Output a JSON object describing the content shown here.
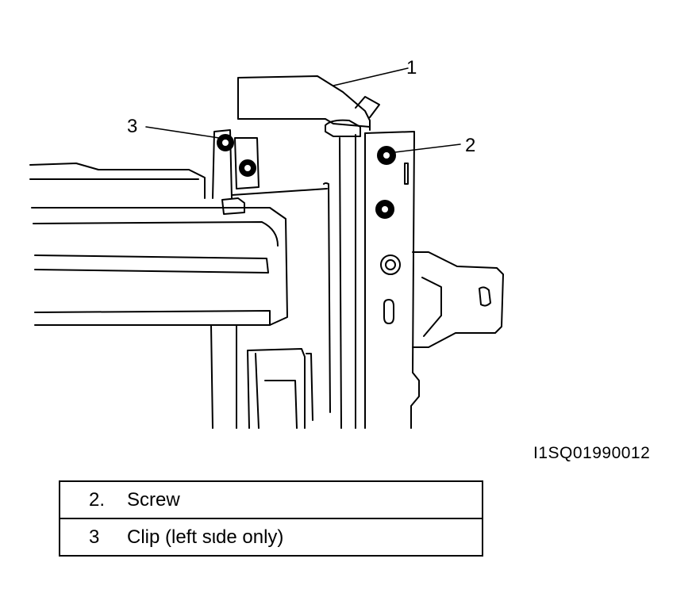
{
  "callouts": {
    "c1": "1",
    "c2": "2",
    "c3": "3"
  },
  "figure_id": "I1SQ01990012",
  "legend": [
    {
      "num": "2.",
      "text": "Screw"
    },
    {
      "num": "3",
      "text": "Clip (left sιde only)"
    }
  ]
}
